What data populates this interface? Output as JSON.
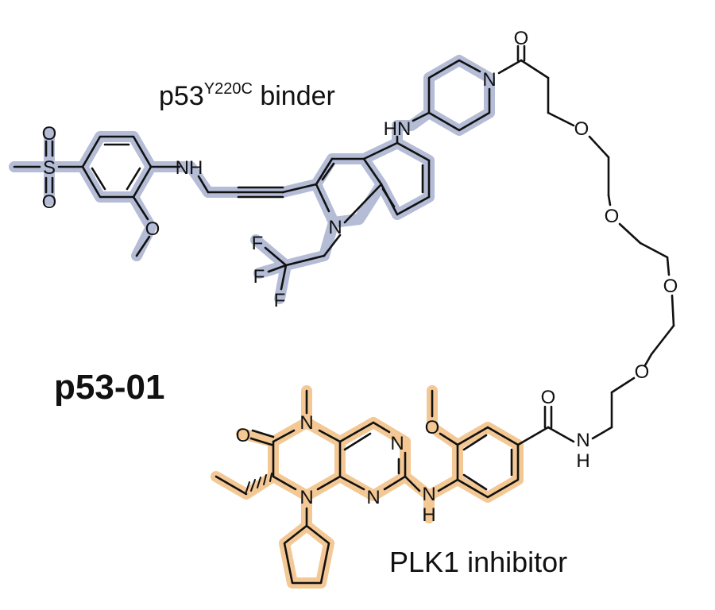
{
  "compound_name": "p53-01",
  "labels": {
    "binder_prefix": "p53",
    "binder_superscript": "Y220C",
    "binder_suffix": "binder",
    "inhibitor": "PLK1 inhibitor"
  },
  "atoms": {
    "S": "S",
    "O": "O",
    "N": "N",
    "NH": "NH",
    "HN": "HN",
    "H": "H",
    "F": "F"
  },
  "colors": {
    "binder_highlight": "#b4bcd6",
    "inhibitor_highlight": "#f3c894",
    "bond": "#111111"
  }
}
